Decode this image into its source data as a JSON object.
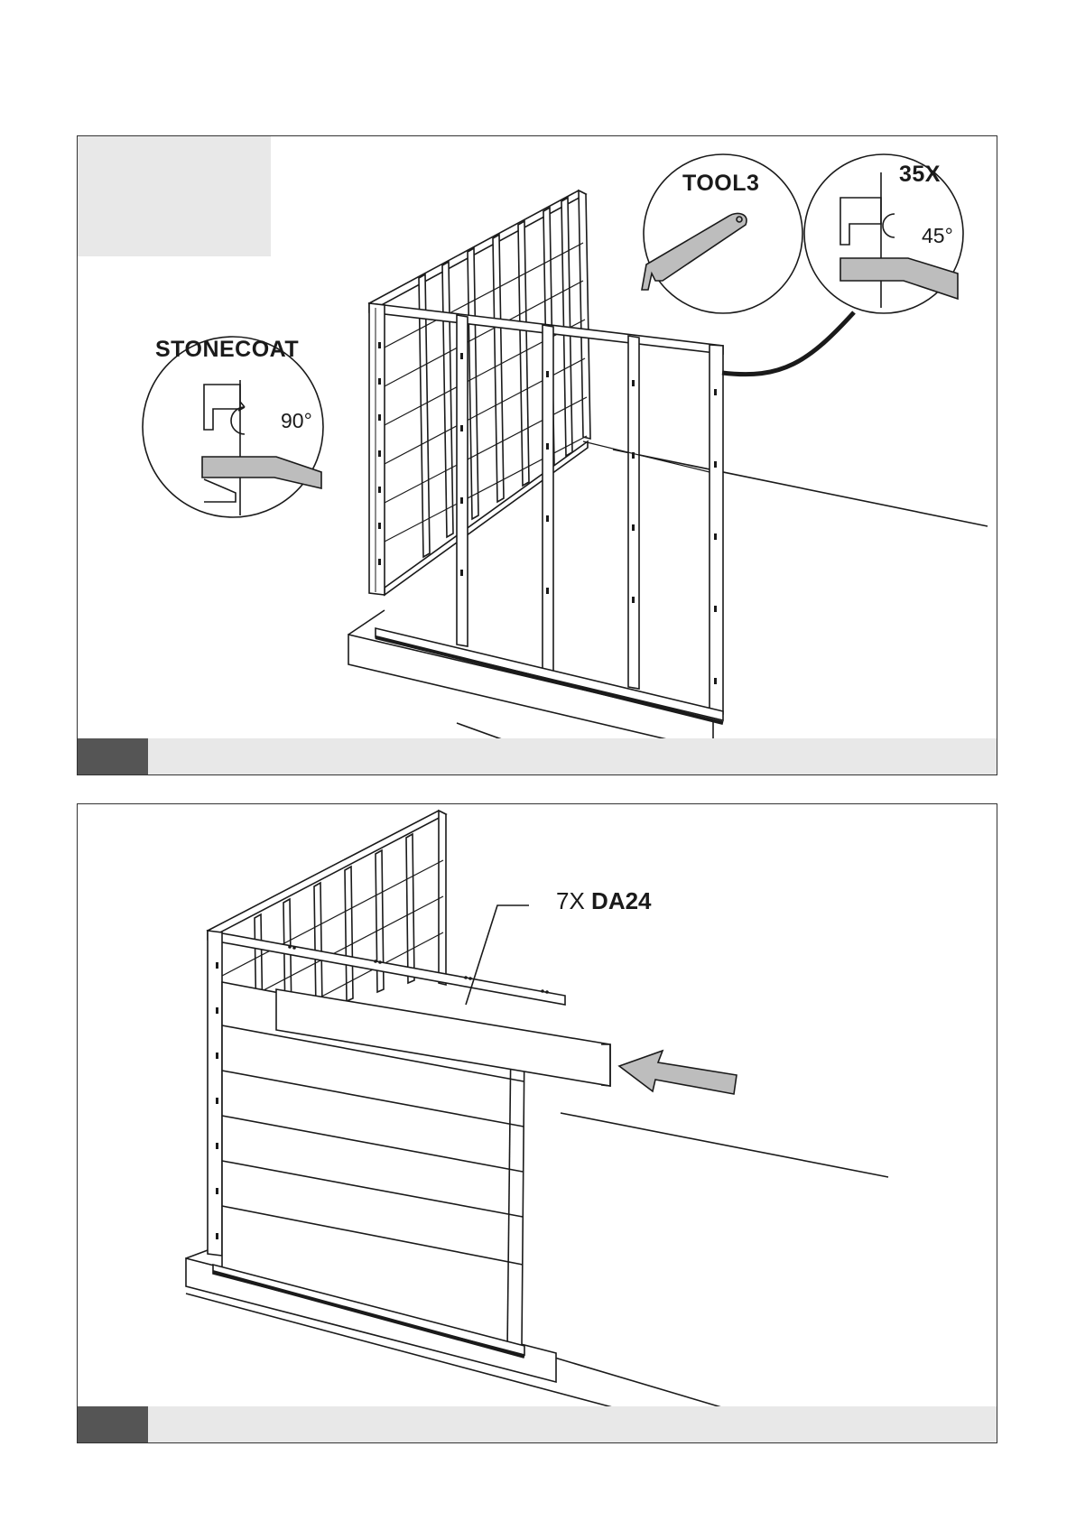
{
  "step1": {
    "labels": {
      "stonecoat": "STONECOAT",
      "tool3": "TOOL3",
      "qty35x": "35X",
      "angle90": "90°",
      "angle45": "45°"
    }
  },
  "step2": {
    "callout_qty": "7X",
    "callout_part": "DA24"
  },
  "colors": {
    "line": "#1a1a1a",
    "panel_gray": "#e8e8e8",
    "step_number_box": "#555555",
    "part_fill": "#bdbdbd"
  }
}
